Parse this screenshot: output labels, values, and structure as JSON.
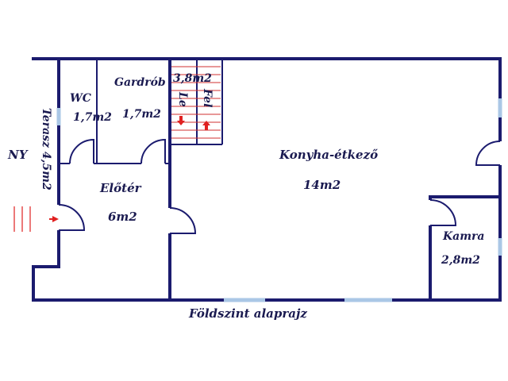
{
  "rooms": {
    "terasz": "Terasz 4,5m2",
    "ny": "NY",
    "wc_name": "WC",
    "wc_area": "1,7m2",
    "gardrob_name": "Gardrób",
    "gardrob_area": "1,7m2",
    "stair_area": "3,8m2",
    "stair_down": "Le",
    "stair_up": "Fel",
    "kitchen_name": "Konyha-étkező",
    "kitchen_area": "14m2",
    "eloter_name": "Előtér",
    "eloter_area": "6m2",
    "kamra_name": "Kamra",
    "kamra_area": "2,8m2"
  },
  "caption": "Földszint alaprajz",
  "colors": {
    "wall": "#1b1b6e",
    "window": "#aac7e6",
    "arrow": "#e02020",
    "stair": "#d03030"
  }
}
